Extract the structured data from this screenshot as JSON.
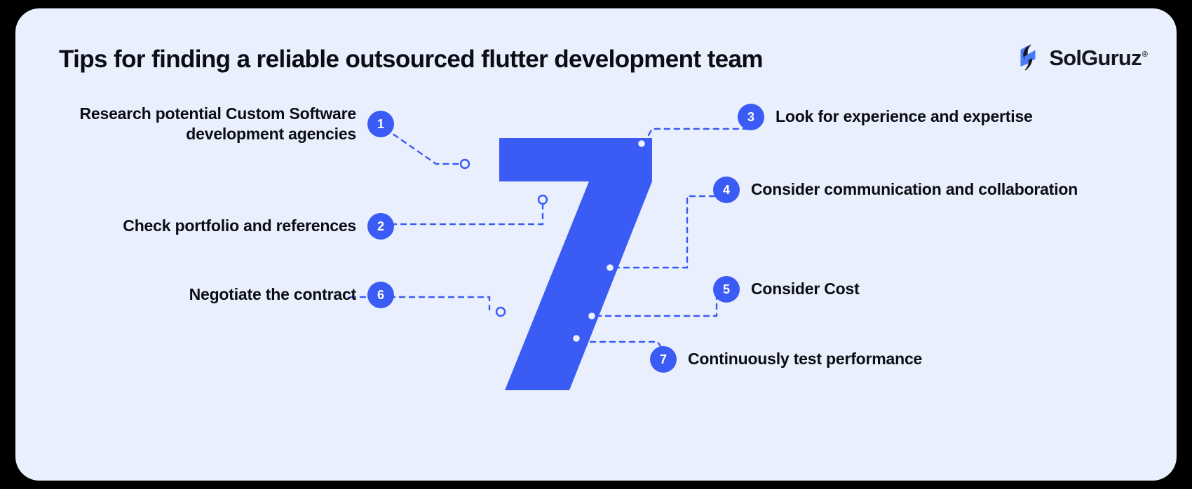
{
  "header": {
    "title": "Tips for finding a reliable outsourced flutter development team",
    "brand_name": "SolGuruz",
    "brand_registered": "®",
    "logo_icon": "solguruz-hex-swoosh-logo"
  },
  "theme": {
    "page_background": "#000000",
    "card_background": "#e9effc",
    "accent_blue": "#3b5bf5",
    "logo_blue": "#4a7bf7",
    "logo_dark": "#15171f",
    "text_dark": "#0b0d14",
    "connector_color": "#3b5bf5"
  },
  "centerpiece": {
    "numeral": "7",
    "color": "#3b5bf5"
  },
  "tips": [
    {
      "number": "1",
      "label": "Research potential Custom Software development agencies",
      "side": "left"
    },
    {
      "number": "2",
      "label": "Check portfolio and references",
      "side": "left"
    },
    {
      "number": "3",
      "label": "Look for experience and expertise",
      "side": "right"
    },
    {
      "number": "4",
      "label": "Consider communication and collaboration",
      "side": "right"
    },
    {
      "number": "5",
      "label": "Consider Cost",
      "side": "right"
    },
    {
      "number": "6",
      "label": "Negotiate the contract",
      "side": "left"
    },
    {
      "number": "7",
      "label": "Continuously test performance",
      "side": "right"
    }
  ]
}
